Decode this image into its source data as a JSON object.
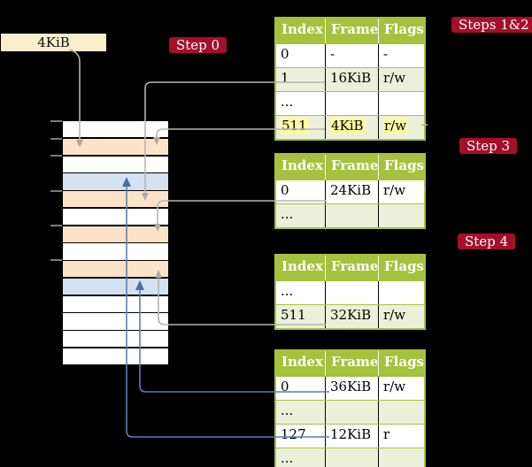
{
  "frame_box": {
    "label": "4KiB"
  },
  "steps": {
    "step0": "Step 0",
    "steps_1_2": "Steps 1&2",
    "step3": "Step 3",
    "step4": "Step 4"
  },
  "tables": [
    {
      "name": "page-table-at-4kib",
      "headers": [
        "Index",
        "Frame",
        "Flags"
      ],
      "rows": [
        [
          "0",
          "-",
          "-"
        ],
        [
          "1",
          "16KiB",
          "r/w"
        ],
        [
          "...",
          "",
          ""
        ],
        [
          "511",
          "4KiB",
          "r/w"
        ]
      ],
      "highlighted_row": 3
    },
    {
      "name": "page-table-at-24kib",
      "headers": [
        "Index",
        "Frame",
        "Flags"
      ],
      "rows": [
        [
          "0",
          "24KiB",
          "r/w"
        ],
        [
          "...",
          "",
          ""
        ]
      ]
    },
    {
      "name": "page-table-at-32kib",
      "headers": [
        "Index",
        "Frame",
        "Flags"
      ],
      "rows": [
        [
          "...",
          "",
          ""
        ],
        [
          "511",
          "32KiB",
          "r/w"
        ]
      ]
    },
    {
      "name": "page-table-at-36kib",
      "headers": [
        "Index",
        "Frame",
        "Flags"
      ],
      "rows": [
        [
          "0",
          "36KiB",
          "r/w"
        ],
        [
          "...",
          "",
          ""
        ],
        [
          "127",
          "12KiB",
          "r"
        ],
        [
          "...",
          "",
          ""
        ]
      ]
    }
  ],
  "memory_column": {
    "rows": [
      {
        "type": "free"
      },
      {
        "type": "page-table"
      },
      {
        "type": "free"
      },
      {
        "type": "mapped-frame"
      },
      {
        "type": "page-table"
      },
      {
        "type": "free"
      },
      {
        "type": "page-table"
      },
      {
        "type": "free"
      },
      {
        "type": "page-table"
      },
      {
        "type": "mapped-frame"
      },
      {
        "type": "free"
      },
      {
        "type": "free"
      },
      {
        "type": "free"
      },
      {
        "type": "free"
      }
    ]
  },
  "colors": {
    "background": "#000000",
    "step_label_bg": "#a50f28",
    "table_header_green": "#a5c13e",
    "table_row_green": "#ecf0da",
    "highlight_yellow": "#fafaa5",
    "frame_box_cream": "#fbeecb",
    "page_table_frame_peach": "#fce3c7",
    "mapped_frame_blue": "#d4e1f1",
    "arrow_gray": "#b5b5b5",
    "arrow_blue": "#5b7fb4",
    "tick_gray": "#7a7a7a"
  }
}
